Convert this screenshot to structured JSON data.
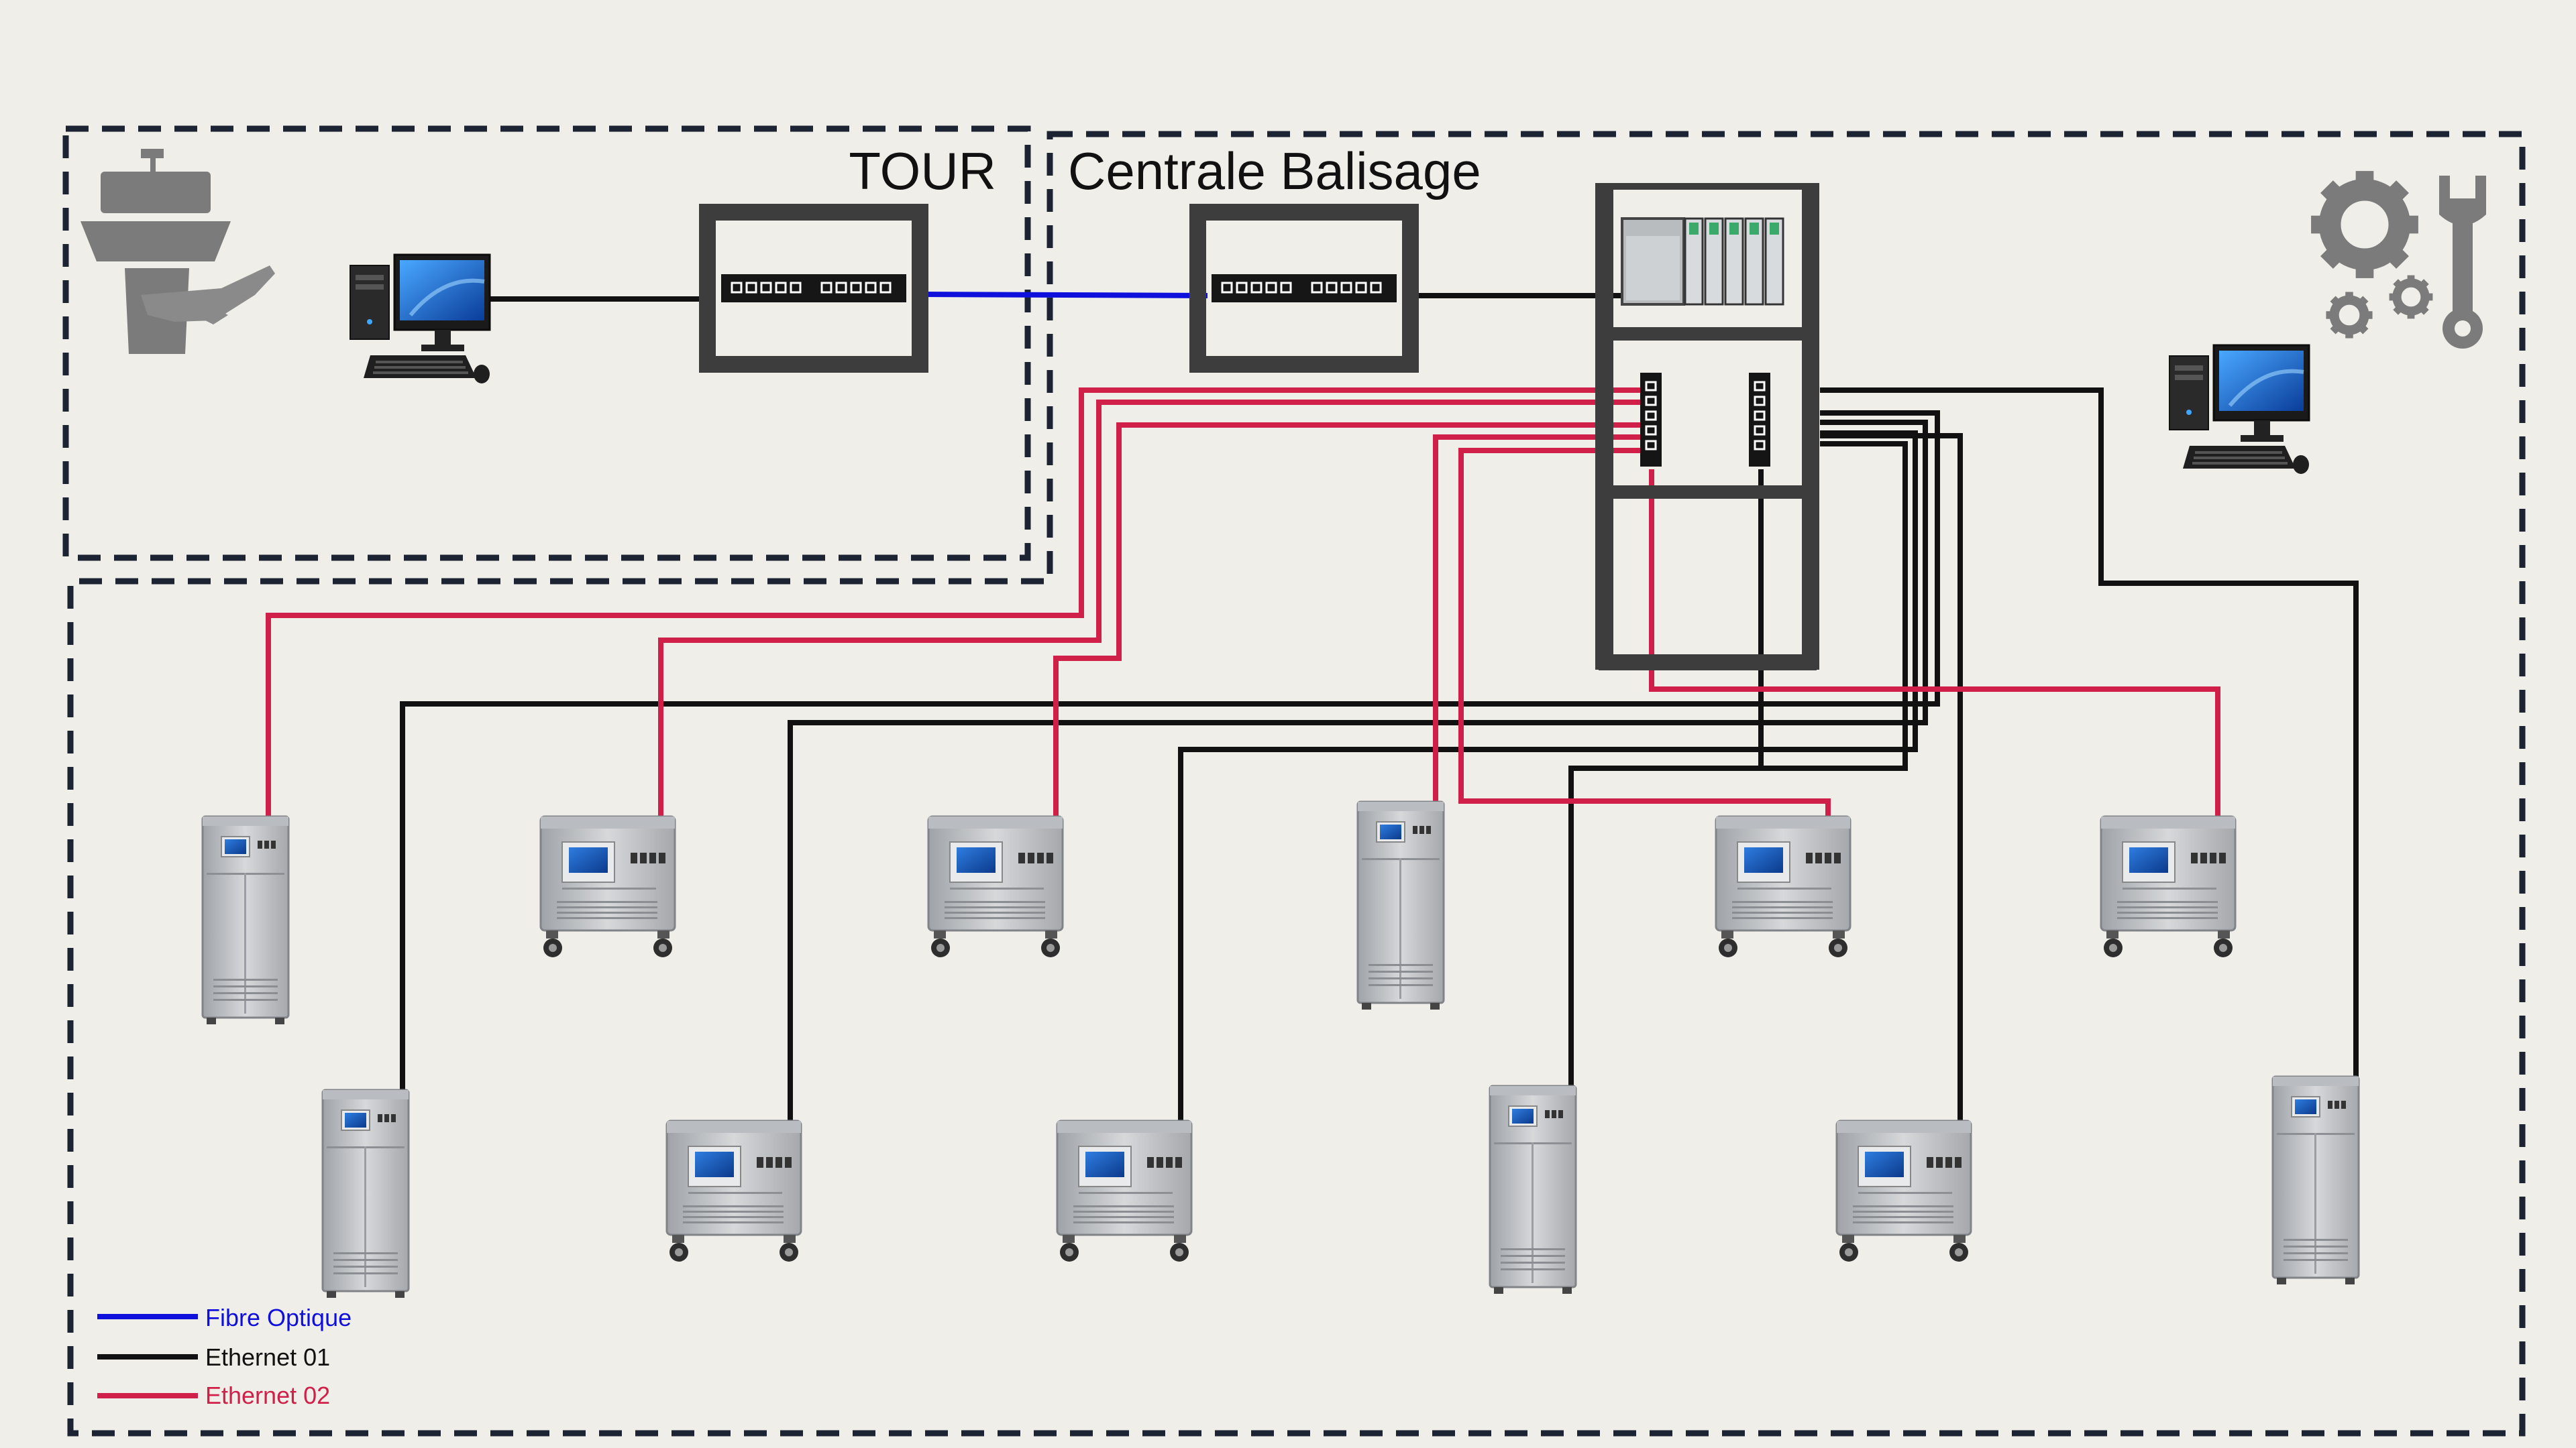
{
  "zones": {
    "tour": {
      "label": "TOUR"
    },
    "centrale": {
      "label": "Centrale Balisage"
    }
  },
  "icons": {
    "tower": "control-tower-icon",
    "maintenance": "gears-wrench-icon",
    "pc_tower": "desktop-computer-icon",
    "pc_centrale": "desktop-computer-icon"
  },
  "legend": [
    {
      "label": "Fibre Optique",
      "color": "#1010dd"
    },
    {
      "label": "Ethernet 01",
      "color": "#111111"
    },
    {
      "label": "Ethernet 02",
      "color": "#d0204a"
    }
  ],
  "colors": {
    "background": "#efeee8",
    "fibre": "#1010dd",
    "ethernet01": "#111111",
    "ethernet02": "#d0204a",
    "rack": "#3d3d3d",
    "dash": "#1c2333",
    "icon_gray": "#7b7b7b"
  },
  "regulators": {
    "count": 12,
    "row_1": 6,
    "row_2": 6
  }
}
